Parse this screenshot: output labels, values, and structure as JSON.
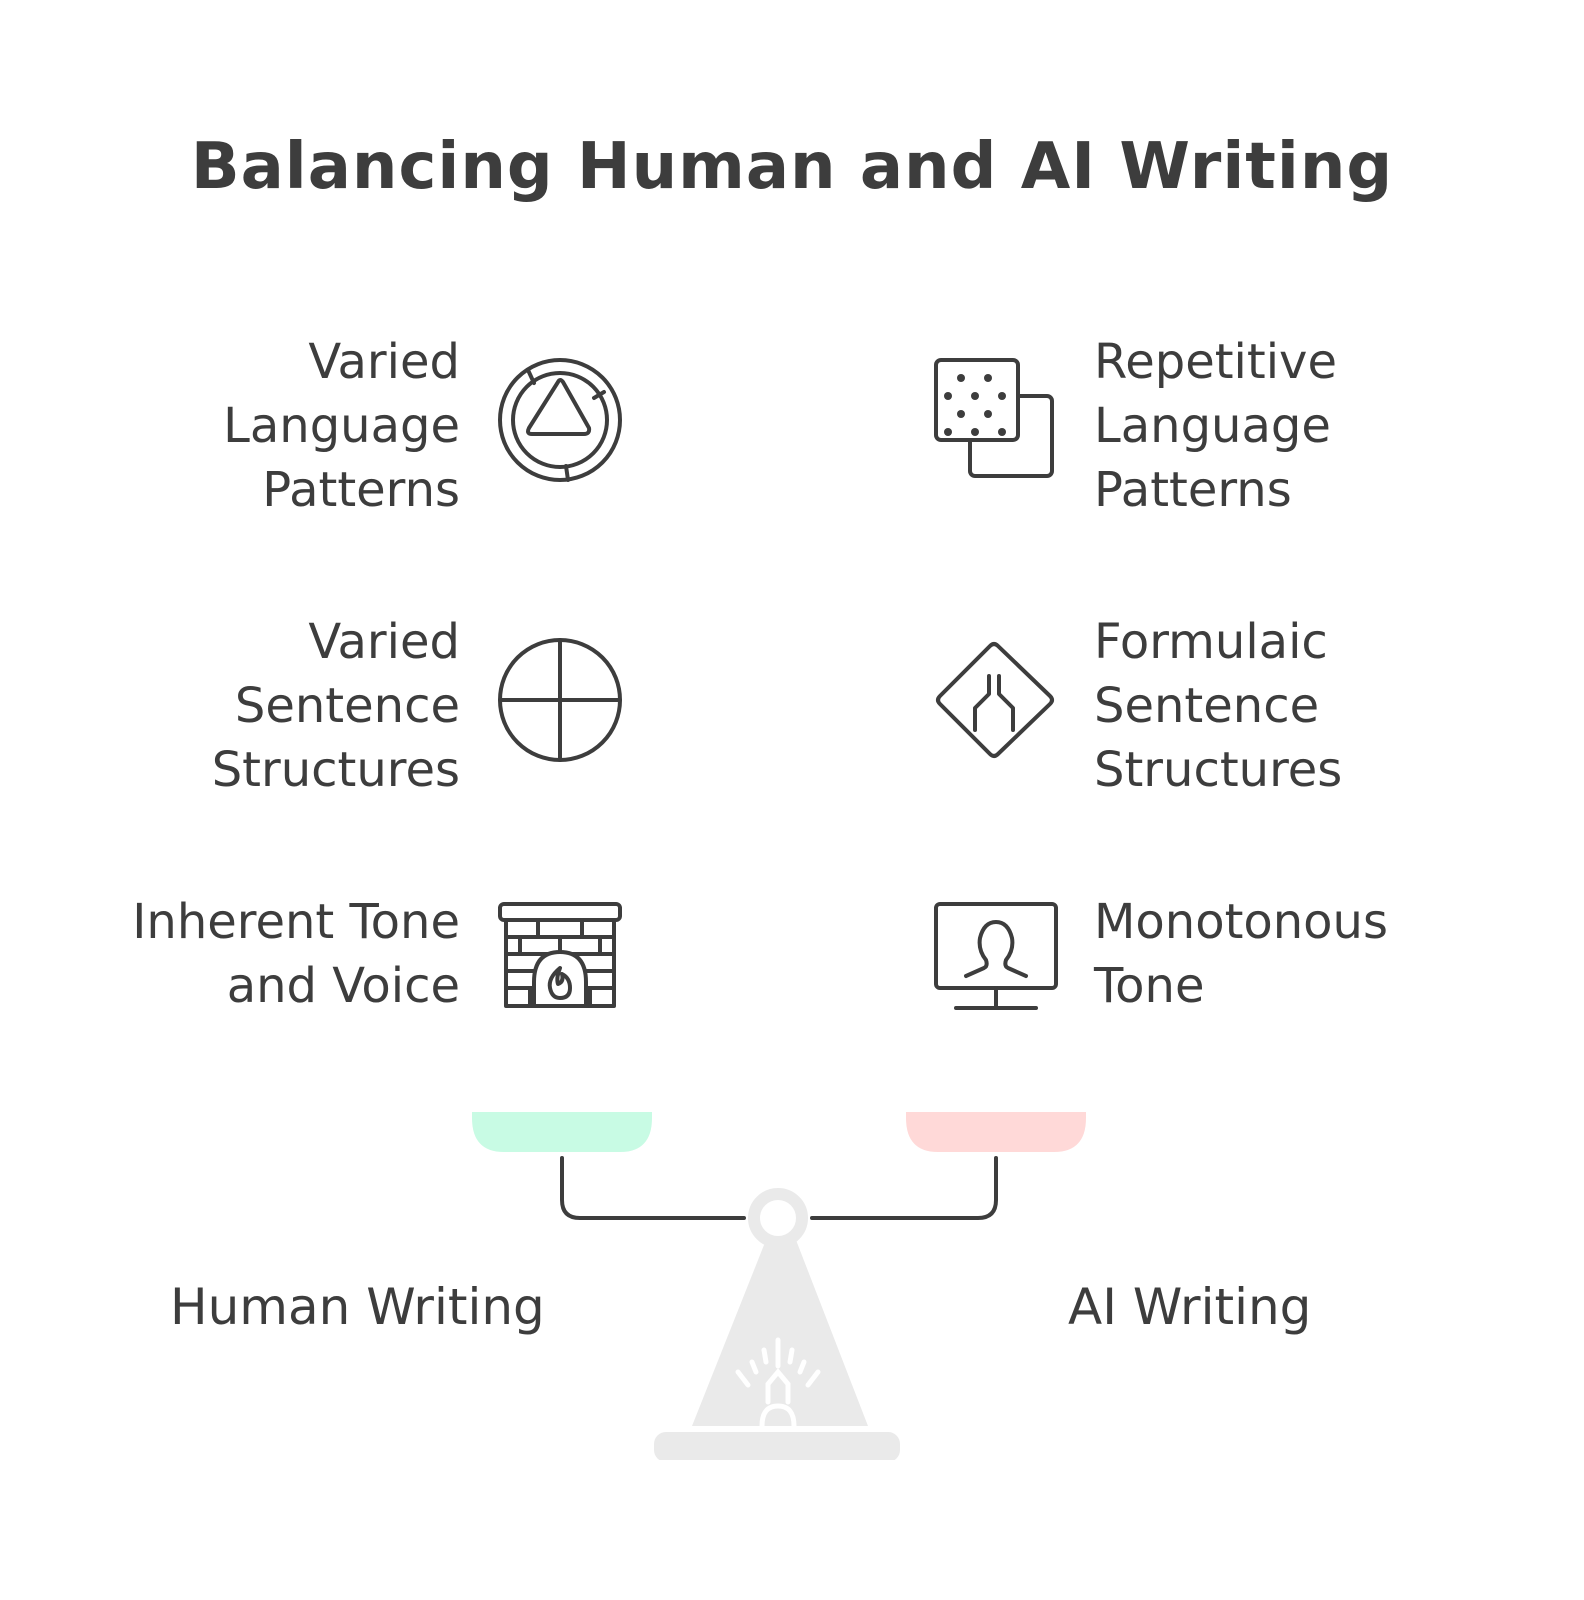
{
  "title": "Balancing Human and AI Writing",
  "left": {
    "label": "Human Writing",
    "pan_color": "#c8fbe4",
    "items": [
      {
        "label": "Varied\nLanguage\nPatterns",
        "icon": "circle-triangle-icon"
      },
      {
        "label": "Varied\nSentence\nStructures",
        "icon": "quartered-circle-icon"
      },
      {
        "label": "Inherent Tone\nand Voice",
        "icon": "fireplace-icon"
      }
    ]
  },
  "right": {
    "label": "AI Writing",
    "pan_color": "#ffd9d8",
    "items": [
      {
        "label": "Repetitive\nLanguage\nPatterns",
        "icon": "dotted-squares-icon"
      },
      {
        "label": "Formulaic\nSentence\nStructures",
        "icon": "road-narrows-sign-icon"
      },
      {
        "label": "Monotonous\nTone",
        "icon": "monitor-user-icon"
      }
    ]
  },
  "colors": {
    "text": "#3d3d3d",
    "scale_base": "#eaeaea"
  }
}
